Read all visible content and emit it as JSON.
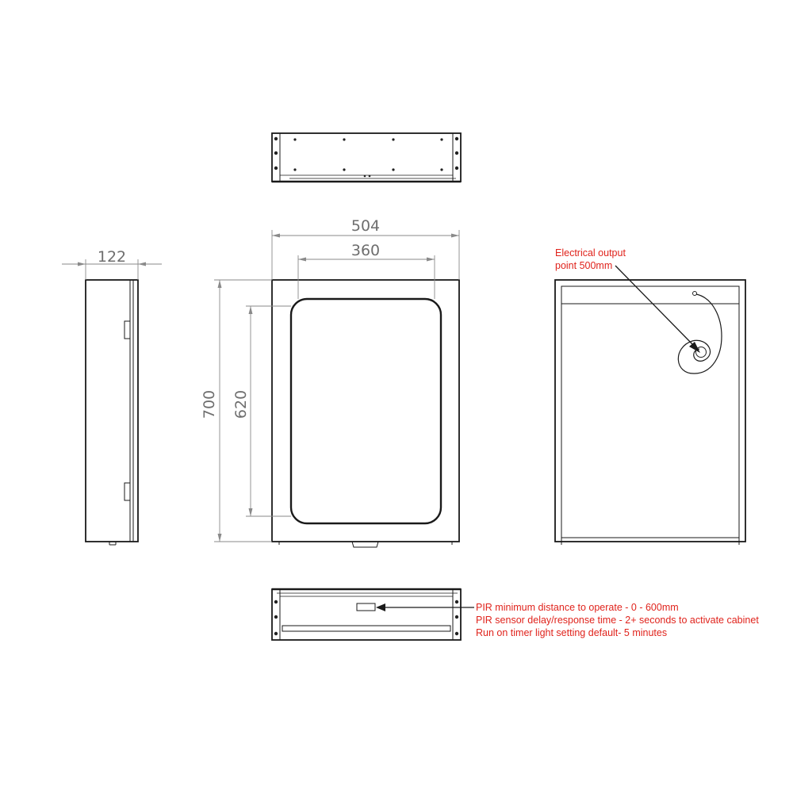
{
  "dimensions": {
    "overall_width": "504",
    "glass_width": "360",
    "overall_height": "700",
    "glass_height": "620",
    "depth": "122"
  },
  "annotations": {
    "electrical_line1": "Electrical output",
    "electrical_line2": "point 500mm",
    "pir_line1": "PIR minimum distance to operate - 0 - 600mm",
    "pir_line2": "PIR sensor delay/response time - 2+ seconds to activate cabinet",
    "pir_line3": "Run on timer light setting default- 5 minutes"
  },
  "colors": {
    "annotation": "#e0231c",
    "dimension": "#6e6e6e",
    "outline": "#1a1a1a"
  }
}
